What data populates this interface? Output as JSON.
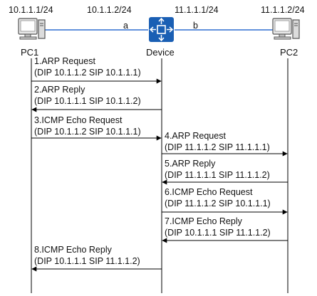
{
  "topology": {
    "pc1_ip": "10.1.1.1/24",
    "device_if_a_ip": "10.1.1.2/24",
    "device_if_b_ip": "11.1.1.1/24",
    "pc2_ip": "11.1.1.2/24",
    "link_a": "a",
    "link_b": "b",
    "pc1_name": "PC1",
    "device_name": "Device",
    "pc2_name": "PC2"
  },
  "messages": [
    {
      "title": "1.ARP Request",
      "detail": "(DIP 10.1.1.2 SIP 10.1.1.1)"
    },
    {
      "title": "2.ARP Reply",
      "detail": "(DIP 10.1.1.1 SIP 10.1.1.2)"
    },
    {
      "title": "3.ICMP Echo Request",
      "detail": "(DIP 10.1.1.2 SIP 10.1.1.1)"
    },
    {
      "title": "4.ARP Request",
      "detail": "(DIP 11.1.1.2 SIP 11.1.1.1)"
    },
    {
      "title": "5.ARP Reply",
      "detail": "(DIP 11.1.1.1 SIP 11.1.1.2)"
    },
    {
      "title": "6.ICMP Echo Request",
      "detail": "(DIP 11.1.1.2 SIP 10.1.1.1)"
    },
    {
      "title": "7.ICMP Echo Reply",
      "detail": "(DIP 10.1.1.1 SIP 11.1.1.2)"
    },
    {
      "title": "8.ICMP Echo Reply",
      "detail": "(DIP 10.1.1.1 SIP 11.1.1.2)"
    }
  ],
  "colors": {
    "link": "#2e6fd0",
    "device": "#1a5fb4",
    "line": "#000000"
  }
}
